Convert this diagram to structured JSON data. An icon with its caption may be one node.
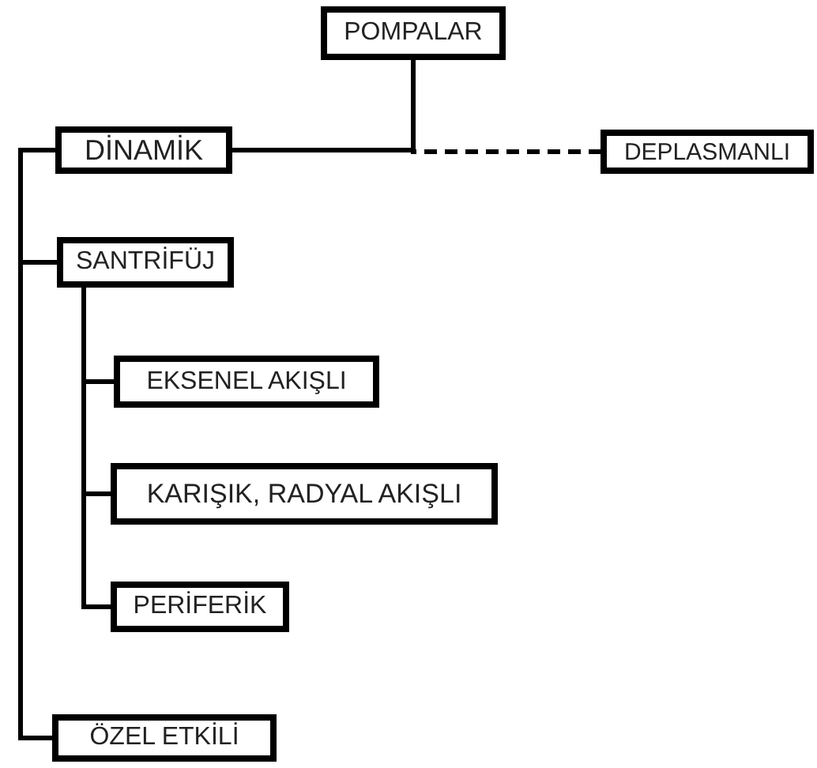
{
  "diagram": {
    "nodes": [
      {
        "text": [
          "POMPALAR"
        ]
      },
      {
        "text": [
          "DİNAMİK"
        ]
      },
      {
        "text": [
          "DEPLASMANLI"
        ]
      },
      {
        "text": [
          "SANTRİFÜJ"
        ]
      },
      {
        "text": [
          "EKSENEL AKIŞLI"
        ]
      },
      {
        "text": [
          "KARIŞIK, RADYAL AKIŞLI"
        ]
      },
      {
        "text": [
          "PERİFERİK"
        ]
      },
      {
        "text": [
          "ÖZEL ETKİLİ"
        ]
      }
    ],
    "edges": [
      {
        "from": 0,
        "to": 1,
        "arrow": "none"
      },
      {
        "from": 0,
        "to": 2,
        "arrow": "none",
        "style": "dashed"
      },
      {
        "from": 1,
        "to": 3,
        "arrow": "none"
      },
      {
        "from": 1,
        "to": 7,
        "arrow": "none"
      },
      {
        "from": 3,
        "to": 4,
        "arrow": "none"
      },
      {
        "from": 3,
        "to": 5,
        "arrow": "none"
      },
      {
        "from": 3,
        "to": 6,
        "arrow": "none"
      }
    ]
  }
}
